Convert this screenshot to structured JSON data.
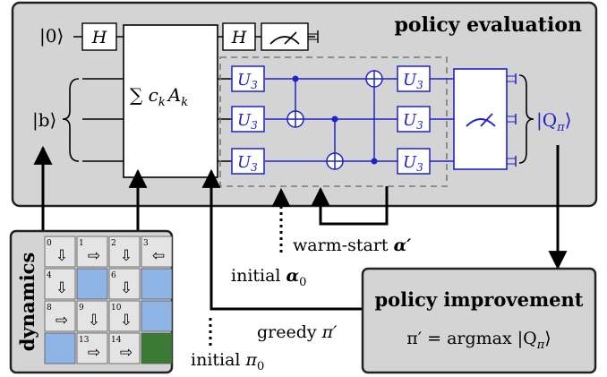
{
  "colors": {
    "panel": "#d4d4d4",
    "panel_stroke": "#222222",
    "gate_blue": "#1f22c8",
    "dash": "#7a7a7a",
    "water": "#8fb5e6",
    "grass": "#3b7a34",
    "tile": "#e4e4e4"
  },
  "policy_evaluation": {
    "title": "policy evaluation",
    "ket0": "|0⟩",
    "ketb": "|b⟩",
    "h_gate": "H",
    "block_label": "∑ c",
    "block_sub": "k",
    "block_A": "A",
    "block_A_sub": "k",
    "u3": "U",
    "u3_sub": "3",
    "output_ket": "|Q",
    "output_ket_sub": "π",
    "output_ket_close": "⟩"
  },
  "dynamics": {
    "title": "dynamics",
    "grid": [
      {
        "n": "0",
        "arrow": "⇩",
        "type": "tile"
      },
      {
        "n": "1",
        "arrow": "⇨",
        "type": "tile"
      },
      {
        "n": "2",
        "arrow": "⇩",
        "type": "tile"
      },
      {
        "n": "3",
        "arrow": "⇦",
        "type": "tile"
      },
      {
        "n": "4",
        "arrow": "⇩",
        "type": "tile"
      },
      {
        "n": "",
        "arrow": "",
        "type": "water"
      },
      {
        "n": "6",
        "arrow": "⇩",
        "type": "tile"
      },
      {
        "n": "",
        "arrow": "",
        "type": "water"
      },
      {
        "n": "8",
        "arrow": "⇨",
        "type": "tile"
      },
      {
        "n": "9",
        "arrow": "⇩",
        "type": "tile"
      },
      {
        "n": "10",
        "arrow": "⇩",
        "type": "tile"
      },
      {
        "n": "",
        "arrow": "",
        "type": "water"
      },
      {
        "n": "",
        "arrow": "",
        "type": "water"
      },
      {
        "n": "13",
        "arrow": "⇨",
        "type": "tile"
      },
      {
        "n": "14",
        "arrow": "⇨",
        "type": "tile"
      },
      {
        "n": "",
        "arrow": "",
        "type": "grass"
      }
    ]
  },
  "labels": {
    "warm_start": "warm-start ",
    "warm_start_sym": "α′",
    "initial_alpha": "initial ",
    "initial_alpha_sym": "α",
    "initial_alpha_sub": "0",
    "greedy": "greedy ",
    "greedy_sym": "π′",
    "initial_pi": "initial ",
    "initial_pi_sym": "π",
    "initial_pi_sub": "0"
  },
  "policy_improvement": {
    "title": "policy improvement",
    "formula_lhs": "π′ = argmax |Q",
    "formula_sub": "π",
    "formula_close": "⟩"
  }
}
